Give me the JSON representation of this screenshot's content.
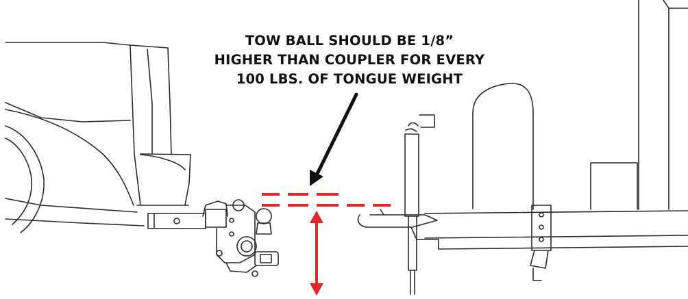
{
  "caption": {
    "line1": "TOW BALL SHOULD BE 1/8”",
    "line2": "HIGHER THAN COUPLER FOR EVERY",
    "line3": "100 LBS. OF TONGUE WEIGHT"
  },
  "colors": {
    "outline": "#2a2a2a",
    "accent_red": "#e3262b",
    "caption_text": "#111111",
    "background": "#ffffff"
  },
  "icons": [
    "black-pointer-arrow",
    "red-double-headed-arrow"
  ]
}
